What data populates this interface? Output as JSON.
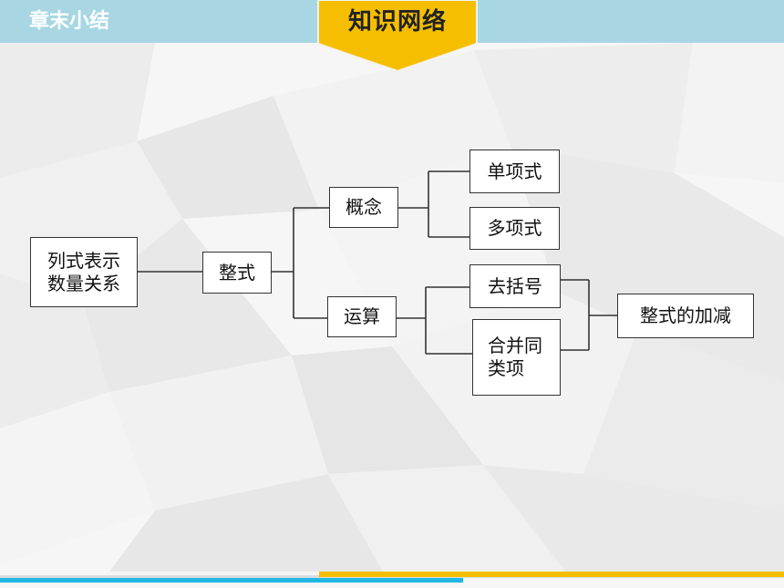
{
  "header": {
    "section_label": "章末小结",
    "title": "知识网络"
  },
  "diagram": {
    "root": "列式表示\n数量关系",
    "level1": "整式",
    "concept": "概念",
    "concept_items": [
      "单项式",
      "多项式"
    ],
    "operation": "运算",
    "operation_items": [
      "去括号",
      "合并同\n类项"
    ],
    "result": "整式的加减"
  },
  "colors": {
    "header_bar": "#a8d7e3",
    "title_tab": "#f5bf00",
    "footer_blue": "#20b8e3",
    "footer_gold": "#f5bf00"
  }
}
